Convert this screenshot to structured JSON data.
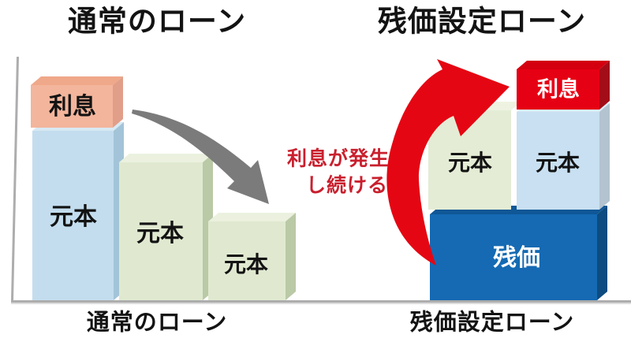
{
  "diagram": {
    "left": {
      "title": "通常のローン",
      "caption": "通常のローン",
      "bar1_interest_label": "利息",
      "bar1_principal_label": "元本",
      "bar2_principal_label": "元本",
      "bar3_principal_label": "元本"
    },
    "right": {
      "title": "残価設定ローン",
      "caption": "残価設定ローン",
      "interest_label": "利息",
      "principal_label_1": "元本",
      "principal_label_2": "元本",
      "residual_label": "残価",
      "annotation_line1": "利息が発生",
      "annotation_line2": "し続ける"
    }
  },
  "icons": {
    "gray_arrow": "curved-decreasing-arrow",
    "red_arrow": "curved-recurring-arrow"
  },
  "colors": {
    "annotation_red": "#c9202e",
    "arrow_red": "#e50613",
    "arrow_gray": "#7b7b7b",
    "axis_gray": "#adadad",
    "axis_shadow": "#dcdcdc",
    "salmon_front": "#f3b59c",
    "salmon_top": "#efa88a",
    "salmon_side": "#e19e88",
    "blue_front": "#c3ddee",
    "blue_top": "#d7e9f4",
    "blue_side": "#a3c4d8",
    "green_front": "#e0e9d0",
    "green_top": "#ebf1de",
    "green_side": "#bac9a6",
    "rgreen_front": "#e4ecd5",
    "rgreen_top": "#eef3e1",
    "rblue_front": "#c8e0f1",
    "rblue_top": "#d9ebf7",
    "rblue_side": "#b3c3cf",
    "red_front": "#e60013",
    "red_top": "#d4000f",
    "red_side": "#a30d18",
    "navy_front": "#156ab3",
    "navy_top": "#0f5796",
    "navy_side": "#0d4b80"
  }
}
